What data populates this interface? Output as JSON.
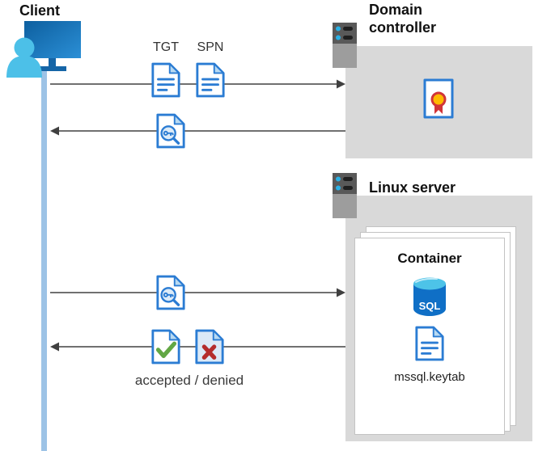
{
  "client": {
    "label": "Client"
  },
  "domain_controller": {
    "label": "Domain controller"
  },
  "linux_server": {
    "label": "Linux server"
  },
  "container": {
    "label": "Container",
    "sql_label": "SQL",
    "keytab_label": "mssql.keytab"
  },
  "flows": {
    "tgt_label": "TGT",
    "spn_label": "SPN",
    "accepted_denied_label": "accepted / denied"
  },
  "colors": {
    "box_gray": "#d9d9d9",
    "client_timeline_blue": "#9dc3e6",
    "document_blue": "#2b7cd3",
    "document_fold_blue": "#b7d9f2",
    "check_green": "#62a744",
    "cross_red": "#b42c2c",
    "sql_body_blue": "#0f6fc6",
    "sql_top_cyan": "#4dc3e8",
    "seal_gold": "#ffb900",
    "ribbon_red": "#d13438",
    "arrow_dark": "#404040"
  }
}
